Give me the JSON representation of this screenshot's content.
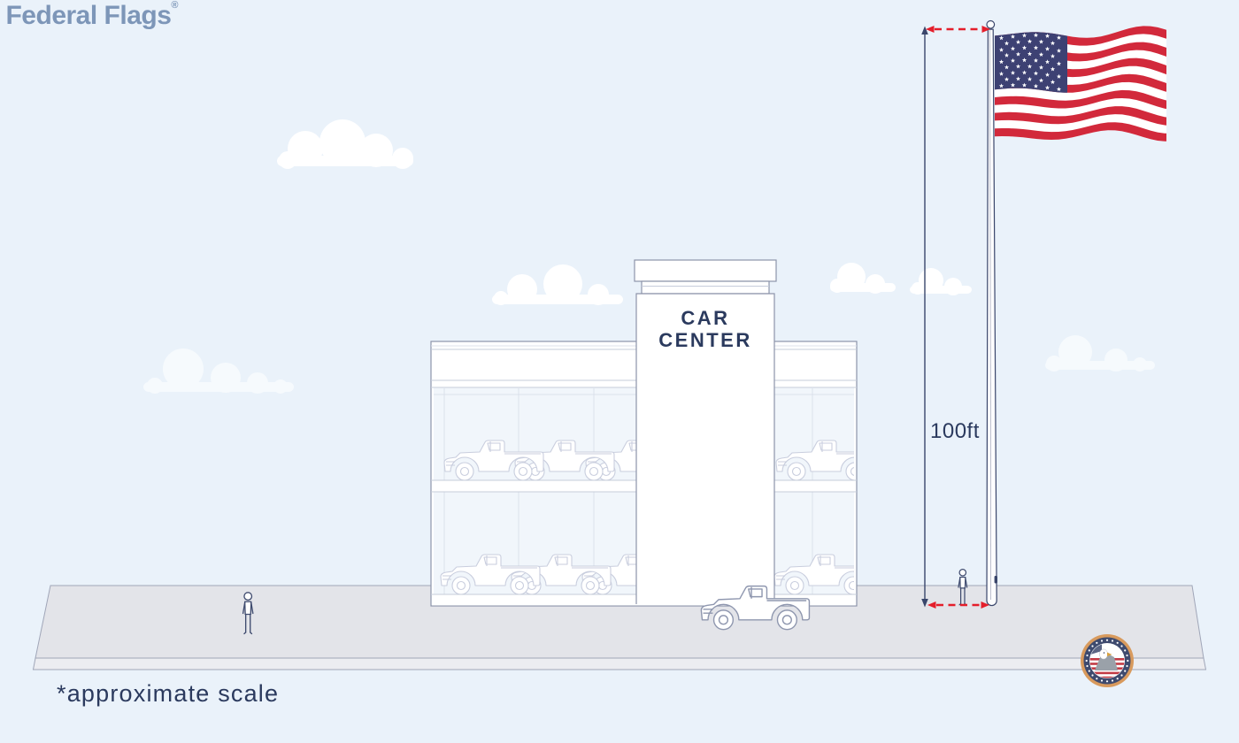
{
  "illustration": {
    "sign": {
      "line1": "CAR",
      "line2": "CENTER"
    },
    "measurement": {
      "label": "100ft"
    },
    "footnote": {
      "text": "*approximate scale"
    },
    "brand": {
      "name": "Federal Flags",
      "registered": "®"
    },
    "icons": [
      "us-flag-icon",
      "flagpole-icon",
      "ball-finial-icon",
      "cleat-icon",
      "cloud-icon",
      "person-icon",
      "pickup-truck-icon",
      "car-showroom-icon",
      "height-measure-line-icon",
      "red-dashed-arrow-icon",
      "federal-flags-seal-icon"
    ]
  },
  "colors": {
    "sky": "#EAF2FA",
    "ground_top": "#E3E4E9",
    "ground_front": "#ECEDF1",
    "ground_outline": "#A0A6B8",
    "building_outline": "#8D94AA",
    "glass_tint": "#F1F6FB",
    "detail_line": "#C6CCDA",
    "navy_text": "#2B3A5E",
    "measure_line": "#3A466B",
    "arrow_red": "#E41E2B",
    "flag_red": "#D2293B",
    "flag_navy": "#3D4173",
    "star_white": "#FFFFFF",
    "truck_outline_interior": "#C9CEDE",
    "truck_outline_exterior": "#8F97AF",
    "person_outline": "#3E4A6E",
    "brand_blue": "#7D96B8",
    "seal_orange": "#D89A5D",
    "seal_navy": "#3E4A6E",
    "seal_stripe_red": "#C23B45",
    "cloud_white": "#FFFFFF",
    "cloud_faint": "#F6FAFD"
  }
}
